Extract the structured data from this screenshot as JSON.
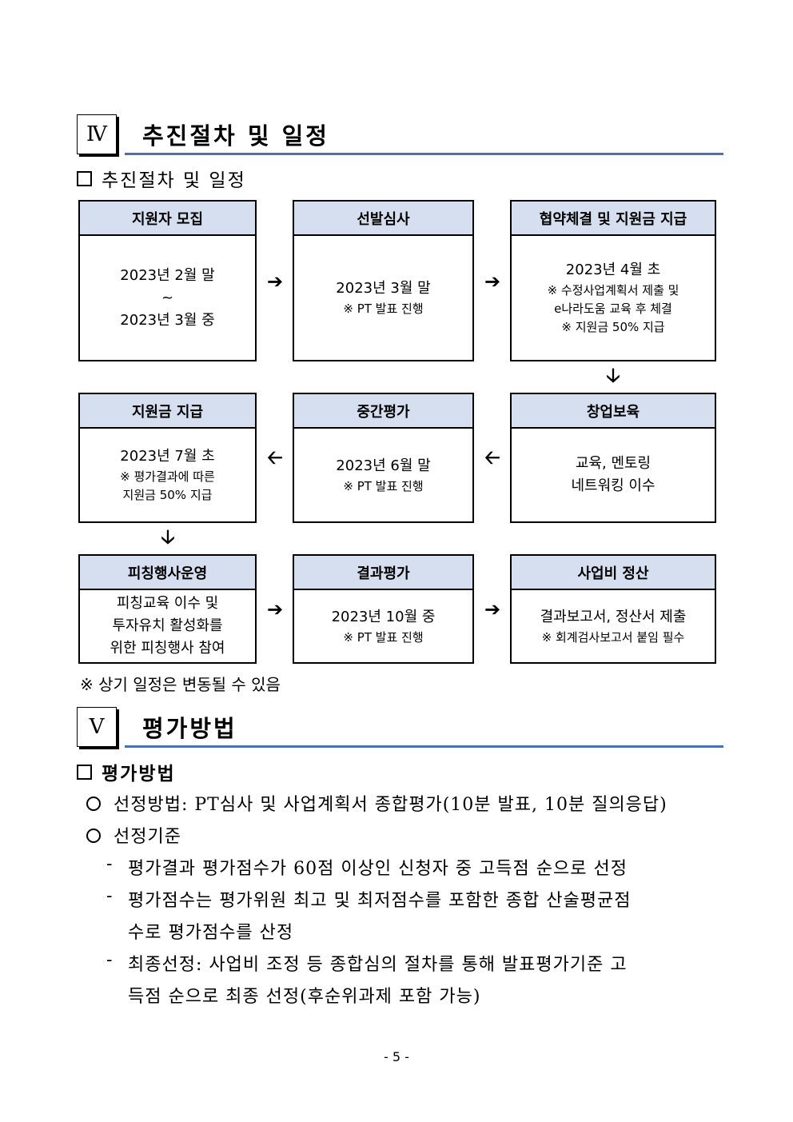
{
  "sections": [
    {
      "number": "Ⅳ",
      "title": "추진절차 및 일정"
    },
    {
      "number": "Ⅴ",
      "title": "평가방법"
    }
  ],
  "procedure": {
    "heading": "추진절차 및 일정",
    "steps": [
      {
        "title": "지원자 모집",
        "lines": [
          "2023년 2월 말",
          "~",
          "2023년 3월 중"
        ]
      },
      {
        "title": "선발심사",
        "lines": [
          "2023년 3월 말",
          "※ PT 발표 진행"
        ]
      },
      {
        "title": "협약체결 및 지원금 지급",
        "lines": [
          "2023년 4월 초",
          "※ 수정사업계획서 제출 및",
          "e나라도움 교육 후 체결",
          "※ 지원금 50% 지급"
        ]
      },
      {
        "title": "지원금 지급",
        "lines": [
          "2023년 7월 초",
          "※ 평가결과에 따른",
          "지원금 50% 지급"
        ]
      },
      {
        "title": "중간평가",
        "lines": [
          "2023년 6월 말",
          "※ PT 발표 진행"
        ]
      },
      {
        "title": "창업보육",
        "lines": [
          "교육, 멘토링",
          "네트워킹 이수"
        ]
      },
      {
        "title": "피칭행사운영",
        "lines": [
          "피칭교육 이수 및",
          "투자유치 활성화를",
          "위한 피칭행사 참여"
        ]
      },
      {
        "title": "결과평가",
        "lines": [
          "2023년 10월 중",
          "※ PT 발표 진행"
        ]
      },
      {
        "title": "사업비 정산",
        "lines": [
          "결과보고서, 정산서 제출",
          "※ 회계검사보고서 붙임 필수"
        ]
      }
    ],
    "note": "※ 상기 일정은 변동될 수 있음"
  },
  "icons": {
    "right": "➔",
    "left": "🡠",
    "down": "🡣"
  },
  "evaluation": {
    "heading": "평가방법",
    "method": "선정방법: PT심사 및 사업계획서 종합평가(10분 발표, 10분 질의응답)",
    "criteria_heading": "선정기준",
    "dash": "-",
    "criteria": [
      [
        "평가결과 평가점수가 60점 이상인 신청자 중 고득점 순으로 선정"
      ],
      [
        "평가점수는 평가위원 최고 및 최저점수를 포함한 종합 산술평균점",
        "수로 평가점수를 산정"
      ],
      [
        "최종선정: 사업비 조정 등 종합심의 절차를 통해 발표평가기준 고",
        "득점 순으로 최종 선정(후순위과제 포함 가능)"
      ]
    ]
  },
  "page_number": "- 5 -"
}
